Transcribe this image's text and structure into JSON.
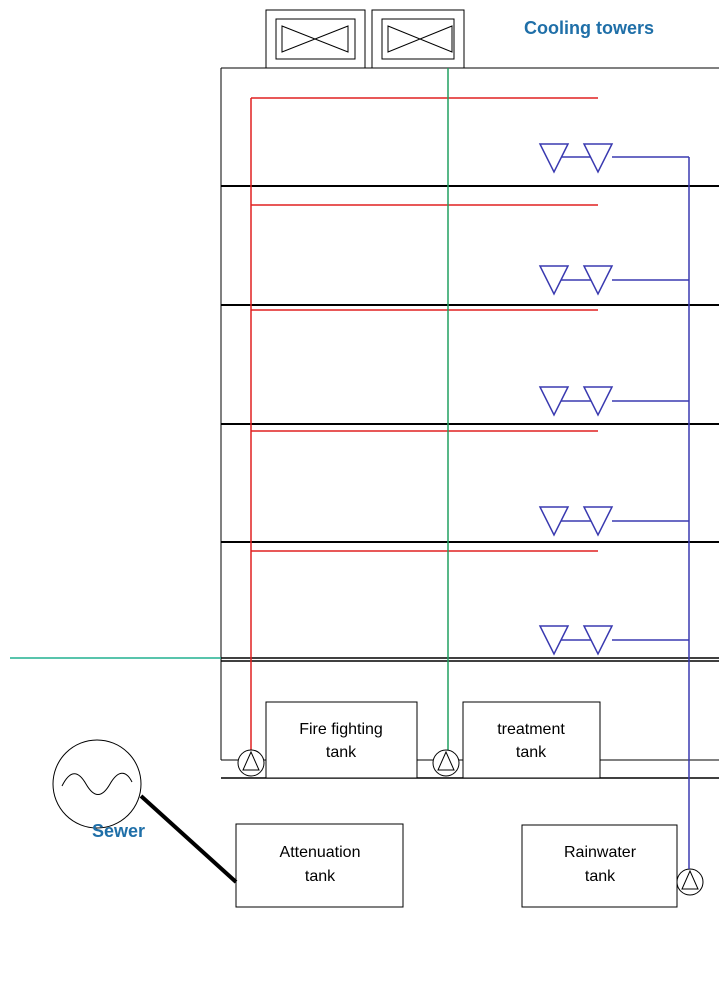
{
  "labels": {
    "cooling_towers": "Cooling towers",
    "sewer": "Sewer"
  },
  "tanks": {
    "fire_fighting": [
      "Fire fighting",
      "tank"
    ],
    "treatment": [
      "treatment",
      "tank"
    ],
    "attenuation": [
      "Attenuation",
      "tank"
    ],
    "rainwater": [
      "Rainwater",
      "tank"
    ]
  },
  "colors": {
    "label": "#1f6fa8",
    "red_pipe": "#e02020",
    "green_pipe": "#20a060",
    "blue_pipe": "#3a3ab0",
    "mains_pipe": "#20b090",
    "outline": "#000000"
  }
}
